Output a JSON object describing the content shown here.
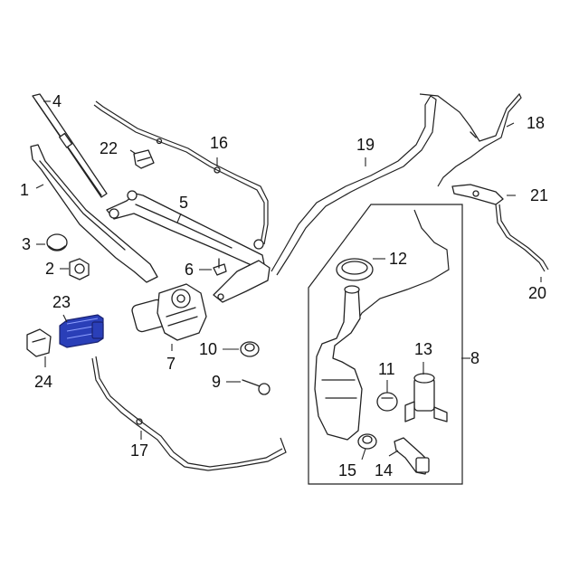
{
  "highlight_color": "#2a3fb8",
  "callouts": [
    "1",
    "2",
    "3",
    "4",
    "5",
    "6",
    "7",
    "8",
    "9",
    "10",
    "11",
    "12",
    "13",
    "14",
    "15",
    "16",
    "17",
    "18",
    "19",
    "20",
    "21",
    "22",
    "23",
    "24"
  ],
  "highlighted_parts": [
    "23"
  ]
}
